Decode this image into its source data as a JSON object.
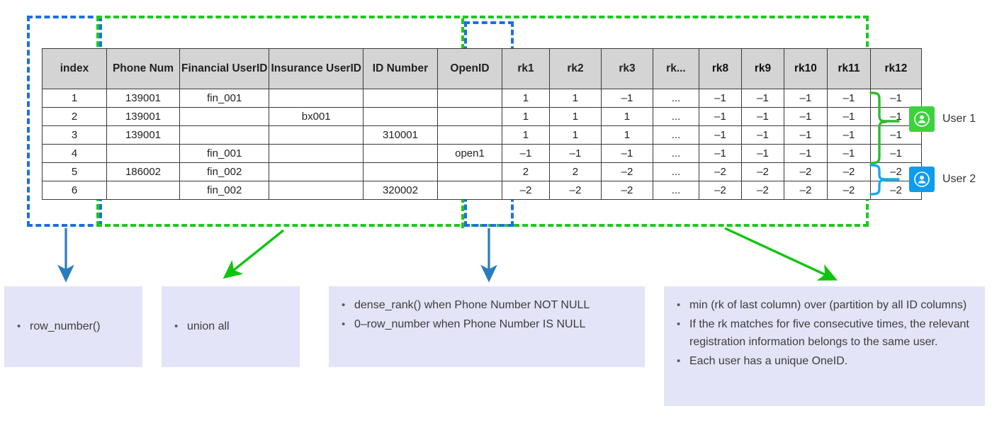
{
  "table": {
    "headers": [
      "index",
      "Phone Num",
      "Financial UserID",
      "Insurance UserID",
      "ID Number",
      "OpenID",
      "rk1",
      "rk2",
      "rk3",
      "rk...",
      "rk8",
      "rk9",
      "rk10",
      "rk11",
      "rk12"
    ],
    "rows": [
      {
        "index": "1",
        "phone": "139001",
        "fin": "fin_001",
        "ins": "",
        "idnum": "",
        "openid": "",
        "rk1": "1",
        "rk2": "1",
        "rk3": "–1",
        "rkdots": "...",
        "rk8": "–1",
        "rk9": "–1",
        "rk10": "–1",
        "rk11": "–1",
        "rk12": "–1",
        "group": "user1"
      },
      {
        "index": "2",
        "phone": "139001",
        "fin": "",
        "ins": "bx001",
        "idnum": "",
        "openid": "",
        "rk1": "1",
        "rk2": "1",
        "rk3": "1",
        "rkdots": "...",
        "rk8": "–1",
        "rk9": "–1",
        "rk10": "–1",
        "rk11": "–1",
        "rk12": "–1",
        "group": "user1"
      },
      {
        "index": "3",
        "phone": "139001",
        "fin": "",
        "ins": "",
        "idnum": "310001",
        "openid": "",
        "rk1": "1",
        "rk2": "1",
        "rk3": "1",
        "rkdots": "...",
        "rk8": "–1",
        "rk9": "–1",
        "rk10": "–1",
        "rk11": "–1",
        "rk12": "–1",
        "group": "user1"
      },
      {
        "index": "4",
        "phone": "",
        "fin": "fin_001",
        "ins": "",
        "idnum": "",
        "openid": "open1",
        "rk1": "–1",
        "rk2": "–1",
        "rk3": "–1",
        "rkdots": "...",
        "rk8": "–1",
        "rk9": "–1",
        "rk10": "–1",
        "rk11": "–1",
        "rk12": "–1",
        "group": "user1"
      },
      {
        "index": "5",
        "phone": "186002",
        "fin": "fin_002",
        "ins": "",
        "idnum": "",
        "openid": "",
        "rk1": "2",
        "rk2": "2",
        "rk3": "–2",
        "rkdots": "...",
        "rk8": "–2",
        "rk9": "–2",
        "rk10": "–2",
        "rk11": "–2",
        "rk12": "–2",
        "group": "user2"
      },
      {
        "index": "6",
        "phone": "",
        "fin": "fin_002",
        "ins": "",
        "idnum": "320002",
        "openid": "",
        "rk1": "–2",
        "rk2": "–2",
        "rk3": "–2",
        "rkdots": "...",
        "rk8": "–2",
        "rk9": "–2",
        "rk10": "–2",
        "rk11": "–2",
        "rk12": "–2",
        "group": "user2"
      }
    ]
  },
  "legend": {
    "user1": {
      "label": "User 1",
      "color": "#3ed13e",
      "icon": "user-circle-icon"
    },
    "user2": {
      "label": "User 2",
      "color": "#0e9ced",
      "icon": "user-circle-icon"
    }
  },
  "callouts": {
    "row_number": {
      "items": [
        "row_number()"
      ]
    },
    "union_all": {
      "items": [
        "union all"
      ]
    },
    "dense_rank": {
      "items": [
        "dense_rank() when Phone Number NOT NULL",
        "0–row_number when Phone Number IS NULL"
      ]
    },
    "min_rk": {
      "items": [
        "min (rk of last column) over (partition by all ID columns)",
        "If the rk matches for five consecutive times, the relevant registration information belongs to the same user.",
        "Each user has a unique OneID."
      ]
    }
  },
  "colors": {
    "dashed_blue": "#1c6fe0",
    "dashed_green": "#1ec81e",
    "arrow_blue": "#2a7cc0",
    "arrow_green": "#10c410",
    "cell_green": "#93d866",
    "cell_blue": "#45b7f0",
    "header_gray": "#d4d4d4",
    "callout_bg": "#e3e4f7"
  }
}
